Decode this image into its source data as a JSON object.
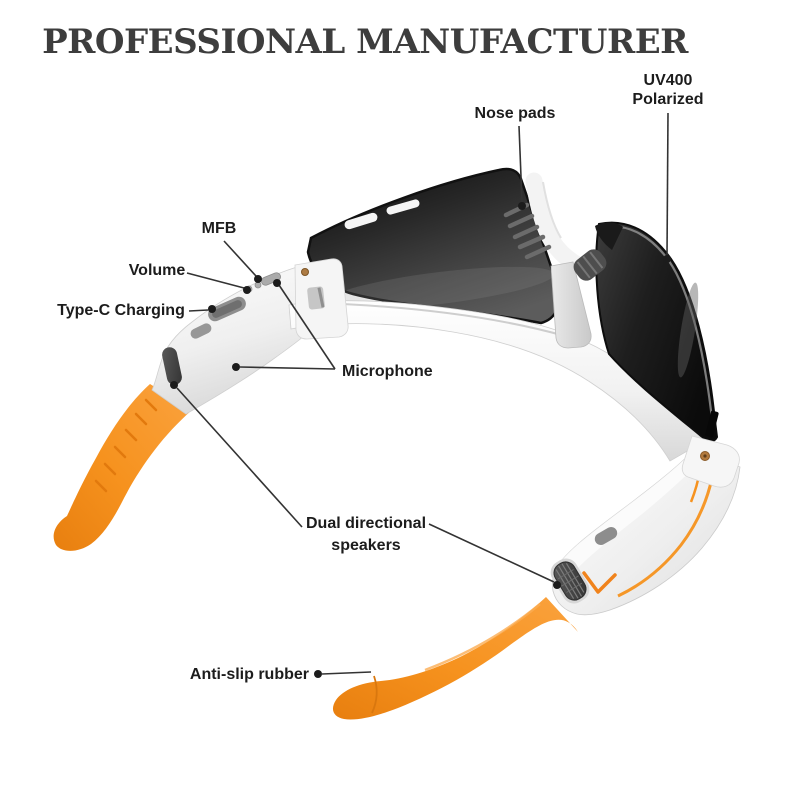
{
  "title": "PROFESSIONAL MANUFACTURER",
  "labels": {
    "uv400": {
      "line1": "UV400",
      "line2": "Polarized"
    },
    "nose_pads": "Nose pads",
    "mfb": "MFB",
    "volume": "Volume",
    "type_c_charging": "Type-C Charging",
    "microphone": "Microphone",
    "dual_speakers": {
      "line1": "Dual directional",
      "line2": "speakers"
    },
    "anti_slip": "Anti-slip rubber"
  },
  "colors": {
    "accent_orange": "#F6921E",
    "title_color": "#3D3D3D",
    "label_color": "#1C1C1C",
    "leader_color": "#333333",
    "lens_dark": "#1A1A1A",
    "frame_white": "#F4F4F4"
  }
}
